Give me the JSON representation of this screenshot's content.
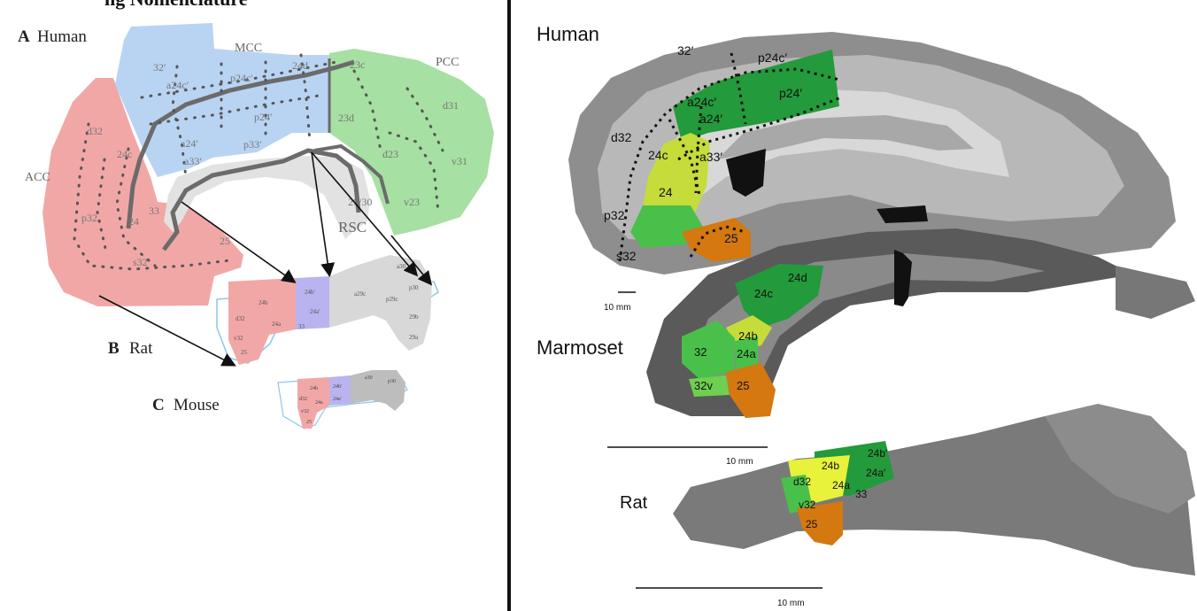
{
  "left": {
    "heading_fragment": "ng Nomenclature",
    "panel_a": {
      "letter": "A",
      "species": "Human"
    },
    "panel_b": {
      "letter": "B",
      "species": "Rat"
    },
    "panel_c": {
      "letter": "C",
      "species": "Mouse"
    },
    "regions": {
      "mcc": "MCC",
      "pcc": "PCC",
      "acc": "ACC",
      "rsc": "RSC"
    },
    "human_areas": {
      "a32p": "32′",
      "a24d": "24d",
      "a23c": "23c",
      "ap24c": "p24c′",
      "aa24c": "a24c′",
      "ad32": "d32",
      "ap24": "p24′",
      "a23d": "23d",
      "ad31": "d31",
      "a24c": "24c",
      "aa24": "a24′",
      "ap33": "p33′",
      "aa33": "a33′",
      "ad23": "d23",
      "av31": "v31",
      "a2930": "29/30",
      "av23": "v23",
      "a33": "33",
      "ap32": "p32",
      "a24": "24",
      "a25": "25",
      "as32": "s32"
    },
    "rat_areas": {
      "r24b": "24b",
      "r24bp": "24b′",
      "ra29c": "a29c",
      "ra30": "a30",
      "rp30": "p30",
      "rd32": "d32",
      "r24a": "24a",
      "r24ap": "24a′",
      "rp29c": "p29c",
      "rp29b": "29b",
      "r29a": "29a",
      "rv32": "v32",
      "r33": "33",
      "r25": "25"
    },
    "mouse_areas": {
      "m24b": "24b",
      "m24bp": "24b′",
      "ma30": "a30",
      "mp30": "p30",
      "md32": "d32",
      "m24a": "24a",
      "m24ap": "24a′",
      "mv32": "v32",
      "m25": "25"
    }
  },
  "right": {
    "human": {
      "label": "Human",
      "areas": {
        "h32p": "32′",
        "hp24c": "p24c′",
        "ha24c": "a24c′",
        "hp24": "p24′",
        "hd32": "d32",
        "ha24": "a24′",
        "h24c": "24c",
        "ha33": "a33′",
        "h24": "24",
        "hp32": "p32",
        "h25": "25",
        "hs32": "s32"
      },
      "scale": "10 mm"
    },
    "marmoset": {
      "label": "Marmoset",
      "areas": {
        "m24d": "24d",
        "m24c": "24c",
        "m24b": "24b",
        "m32": "32",
        "m24a": "24a",
        "m32v": "32v",
        "m25": "25"
      },
      "scale": "10 mm"
    },
    "rat": {
      "label": "Rat",
      "areas": {
        "r24b": "24b",
        "r24bp": "24b′",
        "rd32": "d32",
        "r24a": "24a",
        "r24ap": "24a′",
        "r33": "33",
        "rv32": "v32",
        "r25": "25"
      },
      "scale": "10 mm"
    }
  },
  "colors": {
    "acc_pink": "#f2a7a7",
    "mcc_blue": "#b9d4f3",
    "pcc_green": "#a6e0a2",
    "rsc_gray": "#e2e2e2",
    "rat_purple": "#b9b3ef",
    "dark_green": "#239a3b",
    "mid_green": "#49c04a",
    "yellow_green": "#c5dc3a",
    "yellow": "#e8f23a",
    "orange": "#d4780f"
  }
}
